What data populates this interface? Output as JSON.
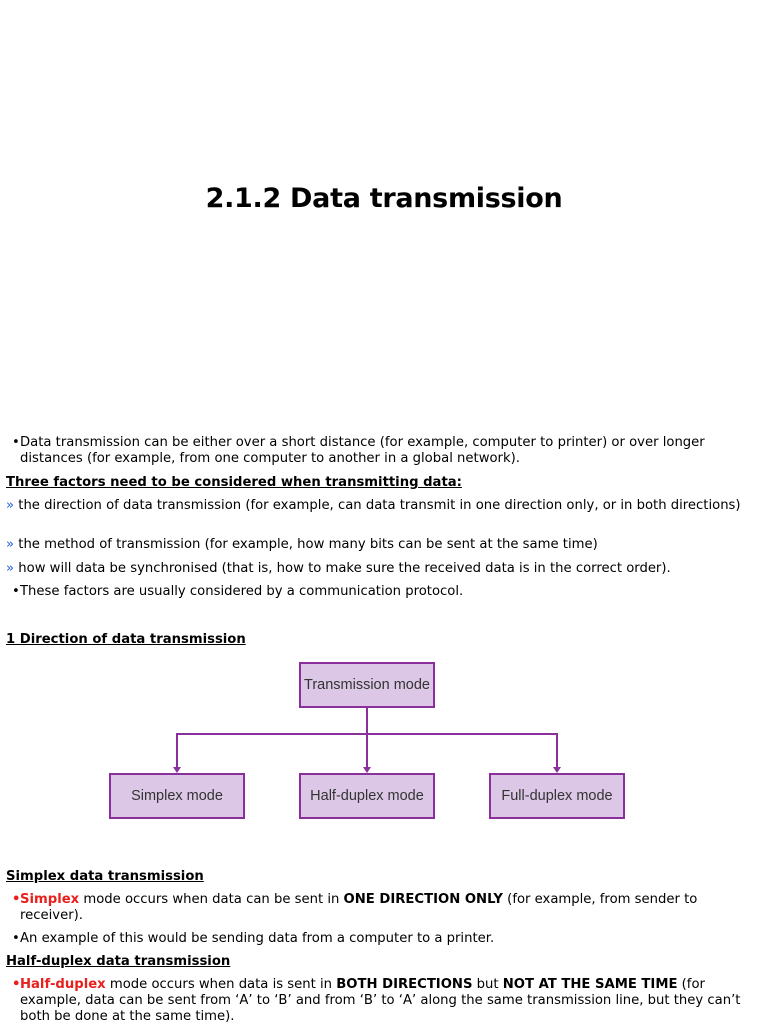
{
  "title": "2.1.2 Data transmission",
  "intro": {
    "bullet": "•",
    "text": "Data transmission can be either over a short distance (for example, computer to printer) or over longer distances (for example, from one computer to another in a global network)."
  },
  "factors": {
    "heading": "Three factors need to be considered when transmitting data:",
    "marker": "»",
    "items": [
      " the direction of data transmission (for example, can data transmit in one direction only, or in both directions)",
      " the method of transmission (for example, how many bits can be sent at the same time)",
      " how will data be synchronised (that is, how to make sure the received data is in the correct order)."
    ],
    "note": "These factors are usually considered by a communication protocol."
  },
  "direction_heading": "1 Direction of data transmission",
  "diagram": {
    "root": "Transmission mode",
    "children": [
      "Simplex mode",
      "Half-duplex mode",
      "Full-duplex mode"
    ],
    "colors": {
      "fill": "#dcc8e6",
      "border": "#8b2f9d"
    }
  },
  "simplex": {
    "heading": "Simplex data transmission",
    "term": "Simplex",
    "p1_a": " mode occurs when data can be sent in ",
    "p1_b": "ONE DIRECTION ONLY",
    "p1_c": " (for example, from sender to receiver).",
    "p2": "An example of this would be sending data from a computer to a printer."
  },
  "half_duplex": {
    "heading": "Half-duplex data transmission",
    "term": "Half-duplex",
    "p1_a": " mode occurs when data is sent in ",
    "p1_b": "BOTH DIRECTIONS",
    "p1_c": " but ",
    "p1_d": "NOT AT THE SAME TIME",
    "p1_e": " (for example, data can be sent from ‘A’ to ‘B’ and from ‘B’ to ‘A’ along the same transmission line, but they can’t both be done at the same time)."
  },
  "colors": {
    "term": "#e8201e",
    "marker": "#1f5fd6"
  }
}
